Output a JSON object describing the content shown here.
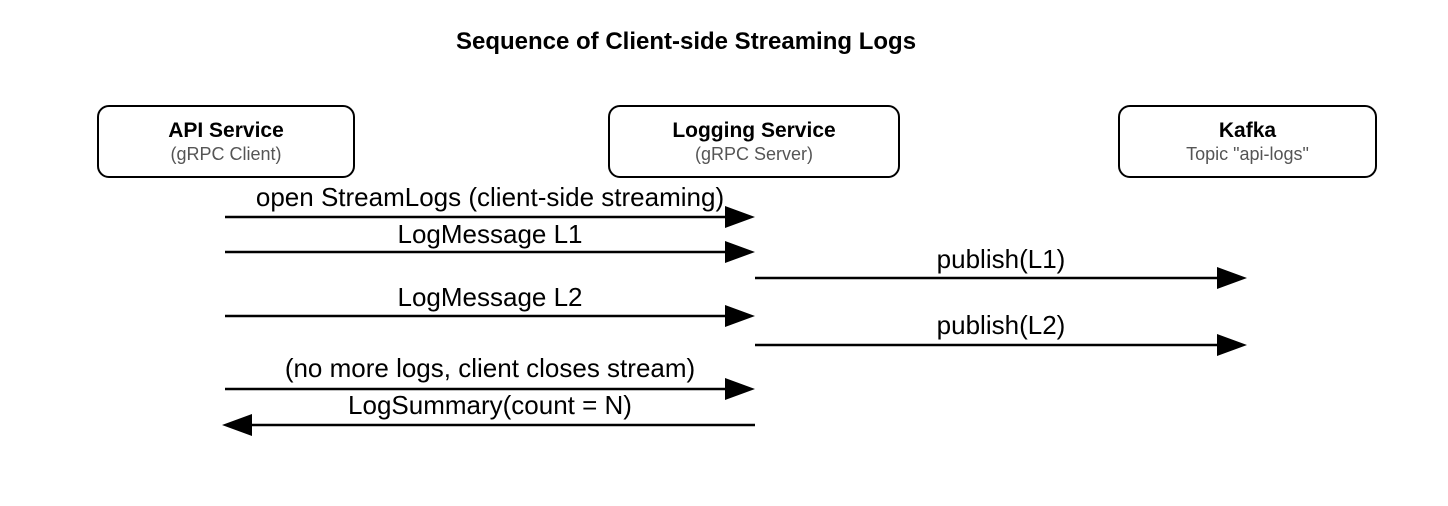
{
  "title": "Sequence of Client-side Streaming Logs",
  "actors": [
    {
      "name": "API Service",
      "subtitle": "(gRPC Client)"
    },
    {
      "name": "Logging Service",
      "subtitle": "(gRPC Server)"
    },
    {
      "name": "Kafka",
      "subtitle": "Topic \"api-logs\""
    }
  ],
  "messages": [
    {
      "label": "open StreamLogs (client-side streaming)",
      "from": "API Service",
      "to": "Logging Service",
      "direction": "right"
    },
    {
      "label": "LogMessage L1",
      "from": "API Service",
      "to": "Logging Service",
      "direction": "right"
    },
    {
      "label": "publish(L1)",
      "from": "Logging Service",
      "to": "Kafka",
      "direction": "right"
    },
    {
      "label": "LogMessage L2",
      "from": "API Service",
      "to": "Logging Service",
      "direction": "right"
    },
    {
      "label": "publish(L2)",
      "from": "Logging Service",
      "to": "Kafka",
      "direction": "right"
    },
    {
      "label": "(no more logs, client closes stream)",
      "from": "API Service",
      "to": "Logging Service",
      "direction": "right"
    },
    {
      "label": "LogSummary(count = N)",
      "from": "Logging Service",
      "to": "API Service",
      "direction": "left"
    }
  ],
  "colors": {
    "background": "#ffffff",
    "line": "#000000",
    "text": "#000000",
    "subtitle": "#555555"
  }
}
